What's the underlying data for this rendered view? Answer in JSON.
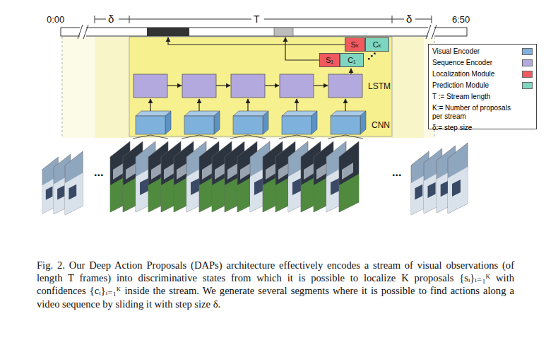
{
  "diagram": {
    "caption": "Fig. 2. Our Deep Action Proposals (DAPs) architecture effectively encodes a stream of visual observations (of length T frames) into discriminative states from which it is possible to localize K proposals {sᵢ}ᵢ₌₁ᴷ with confidences {cᵢ}ᵢ₌₁ᴷ inside the stream. We generate several segments where it is possible to find actions along a video sequence by sliding it with step size δ.",
    "nodes": [
      {
        "text": [
          "S₁"
        ]
      },
      {
        "text": [
          "C₁"
        ]
      },
      {
        "text": [
          "Sₖ"
        ]
      },
      {
        "text": [
          "Cₖ"
        ]
      }
    ],
    "labels": [
      "0:00",
      "δ",
      "T",
      "δ",
      "6:50",
      "LSTM",
      "CNN",
      "⋰",
      "...",
      "..."
    ],
    "legend": [
      {
        "text": "Visual Encoder",
        "color": "#7fb1dd"
      },
      {
        "text": "Sequence Encoder",
        "color": "#b4a9df"
      },
      {
        "text": "Localization Module",
        "color": "#f05a5f"
      },
      {
        "text": "Prediction Module",
        "color": "#7fd6c0"
      },
      {
        "text": "T := Stream length"
      },
      {
        "text": "K:= Number of proposals per stream"
      },
      {
        "text": "δ:= step size"
      }
    ]
  }
}
